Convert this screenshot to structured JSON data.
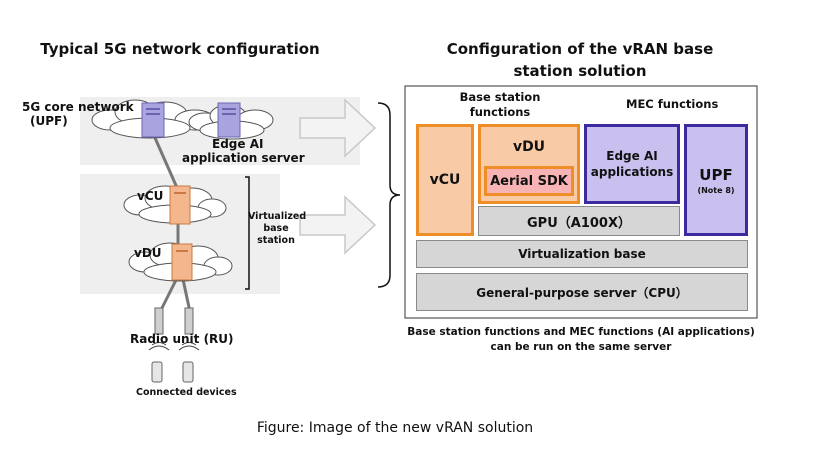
{
  "left": {
    "title": "Typical 5G network configuration",
    "core_label_1": "5G core network",
    "core_label_2": "(UPF)",
    "edge_label_1": "Edge AI",
    "edge_label_2": "application server",
    "vcu": "vCU",
    "vdu": "vDU",
    "virtualized_1": "Virtualized",
    "virtualized_2": "base",
    "virtualized_3": "station",
    "radio_unit": "Radio unit (RU)",
    "devices": "Connected devices"
  },
  "right": {
    "title_1": "Configuration of the vRAN base",
    "title_2": "station solution",
    "bs_functions_1": "Base station",
    "bs_functions_2": "functions",
    "mec_functions": "MEC functions",
    "vcu": "vCU",
    "vdu": "vDU",
    "aerial_sdk": "Aerial SDK",
    "edge_ai_1": "Edge AI",
    "edge_ai_2": "applications",
    "upf": "UPF",
    "note": "(Note 8)",
    "gpu": "GPU（A100X）",
    "virtualization": "Virtualization base",
    "server": "General-purpose server（CPU）",
    "caption_1": "Base station functions and MEC functions (AI applications)",
    "caption_2": "can be run on the same server"
  },
  "figure_caption": "Figure: Image of the new vRAN solution",
  "colors": {
    "orange_fill": "#f8cba6",
    "orange_border": "#ed8e28",
    "purple_fill": "#c9c0f0",
    "purple_border": "#3d2a9e",
    "gray_fill": "#d6d6d6",
    "pink_fill": "#f8b4b4"
  },
  "icons": [
    "cloud-icon",
    "server-icon",
    "antenna-icon",
    "smartphone-icon",
    "arrow-right-icon",
    "brace-icon"
  ]
}
